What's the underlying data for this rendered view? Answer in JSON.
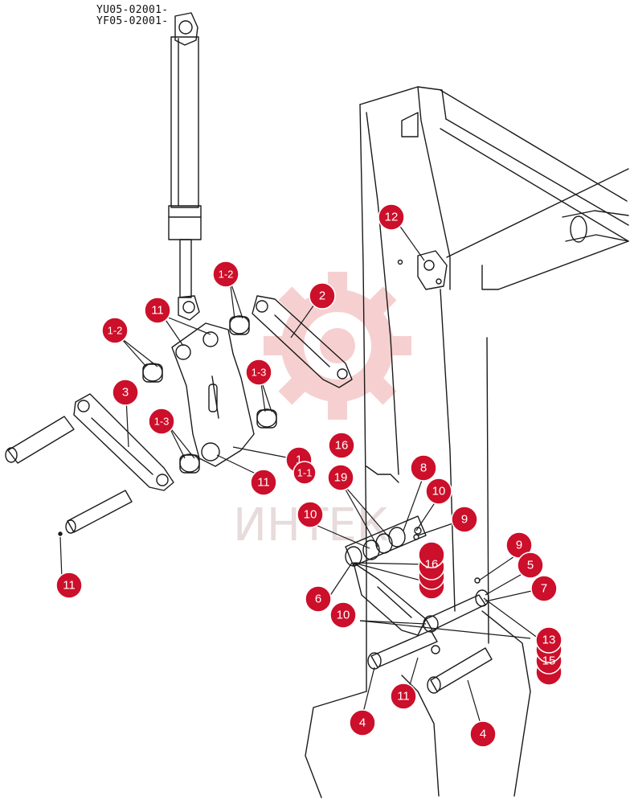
{
  "serial_numbers": [
    "YU05-02001-",
    "YF05-02001-"
  ],
  "watermark": {
    "text": "ИНТЕК",
    "color": "#e8a0a0"
  },
  "colors": {
    "callout_fill": "#cc0f2a",
    "line": "#1a1a1a",
    "callout_line": "#1a1a1a"
  },
  "callouts": [
    "12",
    "1-2",
    "2",
    "11",
    "1-2",
    "1-3",
    "3",
    "1-3",
    "16",
    "1",
    "1-1",
    "11",
    "8",
    "19",
    "10",
    "10",
    "9",
    "11",
    "16",
    "9",
    "5",
    "7",
    "6",
    "10",
    "13",
    "15",
    "11",
    "4",
    "4"
  ]
}
